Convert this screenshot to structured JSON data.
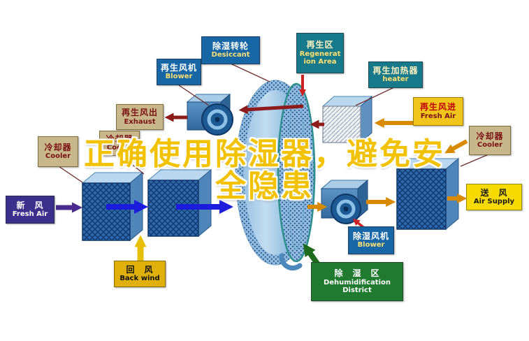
{
  "title": {
    "line1": "正确使用除湿器，避免安",
    "line2": "全隐患"
  },
  "labels": {
    "regen_blower": {
      "zh": "再生风机",
      "en": "Blower"
    },
    "desiccant": {
      "zh": "除湿转轮",
      "en": "Desiccant"
    },
    "regen_area": {
      "zh": "再生区",
      "en": "Regeneration Area"
    },
    "regen_heater": {
      "zh": "再生加热器",
      "en": "heater"
    },
    "exhaust": {
      "zh": "再生风出",
      "en": "Exhaust"
    },
    "cooler_mid": {
      "zh": "冷却器",
      "en": "Cooler"
    },
    "cooler_left": {
      "zh": "冷却器",
      "en": "Cooler"
    },
    "regen_fresh_air": {
      "zh": "再生风进",
      "en": "Fresh Air"
    },
    "cooler_right": {
      "zh": "冷却器",
      "en": "Cooler"
    },
    "fresh_air": {
      "zh": "新　风",
      "en": "Fresh Air"
    },
    "air_supply": {
      "zh": "送　风",
      "en": "Air Supply"
    },
    "back_wind": {
      "zh": "回　风",
      "en": "Back wind"
    },
    "dehumid_blower": {
      "zh": "除湿风机",
      "en": "Blower"
    },
    "dehumid_district": {
      "zh": "除　湿　区",
      "en": "Dehumidification District"
    }
  },
  "colors": {
    "title_text": "#F2C200",
    "title_outline": "#FFFFFF",
    "label_blue": "#1766A6",
    "label_teal": "#17798C",
    "label_tan": "#C9B78C",
    "label_yellow": "#F2C51D",
    "label_bright_yellow": "#F6DA00",
    "label_gold": "#DFAF0A",
    "label_purple": "#3D2F8C",
    "label_green": "#207A30",
    "arrow_maroon": "#8E1B1B",
    "arrow_blue": "#1C1CDD",
    "arrow_orange": "#D88A00",
    "arrow_purple": "#4B2A8E",
    "arrow_yellow": "#E6C000",
    "arrow_green": "#1E6B1E",
    "arrow_red": "#CC2222"
  }
}
